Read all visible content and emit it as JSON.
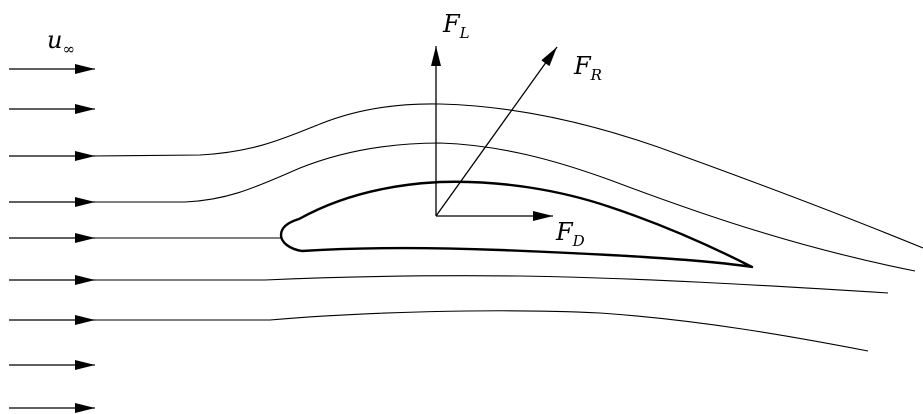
{
  "labels": {
    "free_stream": {
      "base": "u",
      "subscript": "∞"
    },
    "lift": {
      "base": "F",
      "subscript": "L"
    },
    "resultant": {
      "base": "F",
      "subscript": "R"
    },
    "drag": {
      "base": "F",
      "subscript": "D"
    }
  },
  "colors": {
    "stroke": "#000000",
    "background": "#ffffff"
  }
}
